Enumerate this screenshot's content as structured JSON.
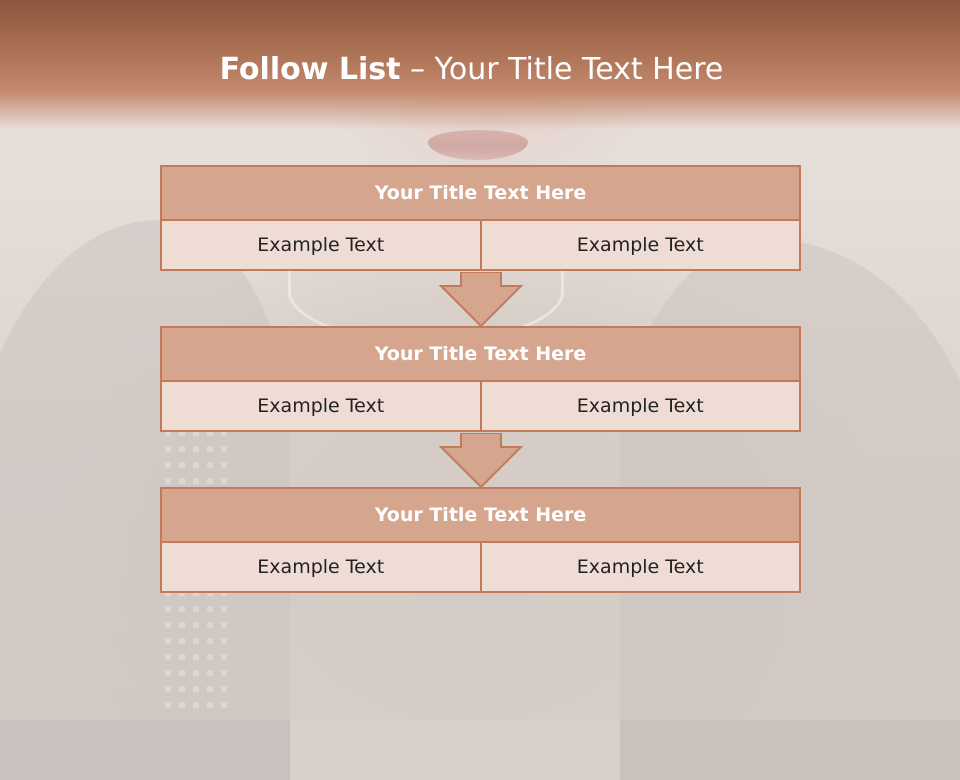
{
  "slide": {
    "title_bold": "Follow List",
    "title_rest": " – Your Title Text Here"
  },
  "steps": [
    {
      "title": "Your Title Text Here",
      "left": "Example Text",
      "right": "Example Text"
    },
    {
      "title": "Your Title Text Here",
      "left": "Example Text",
      "right": "Example Text"
    },
    {
      "title": "Your Title Text Here",
      "left": "Example Text",
      "right": "Example Text"
    }
  ],
  "colors": {
    "header": "#a86e52",
    "block_title_fill": "#d5a58d",
    "block_cell_fill": "#efdcd5",
    "border": "#c17a5a",
    "arrow_fill": "#d5a58d"
  }
}
